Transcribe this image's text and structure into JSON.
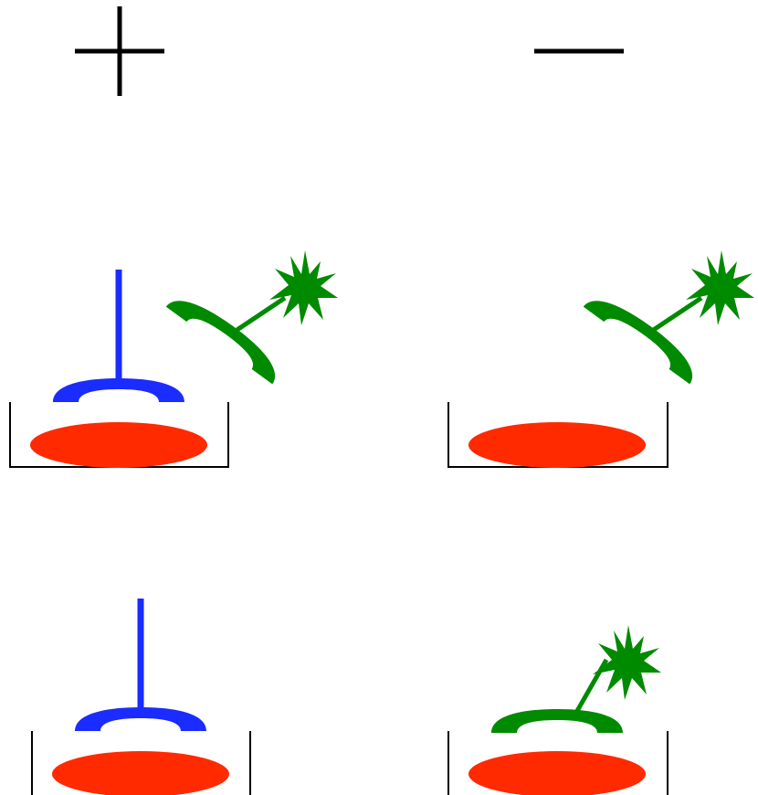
{
  "legend": {
    "plus_icon": "plus-icon",
    "minus_icon": "minus-icon"
  },
  "colors": {
    "blue": "#1a2cff",
    "green": "#008a00",
    "red": "#ff2a00",
    "black": "#000000"
  },
  "panels": [
    {
      "id": "top-left",
      "has_blue_probe": true,
      "green_probe": "tilted-above"
    },
    {
      "id": "top-right",
      "has_blue_probe": false,
      "green_probe": "tilted-above"
    },
    {
      "id": "bottom-left",
      "has_blue_probe": true,
      "green_probe": "none"
    },
    {
      "id": "bottom-right",
      "has_blue_probe": false,
      "green_probe": "seated-in-well"
    }
  ]
}
